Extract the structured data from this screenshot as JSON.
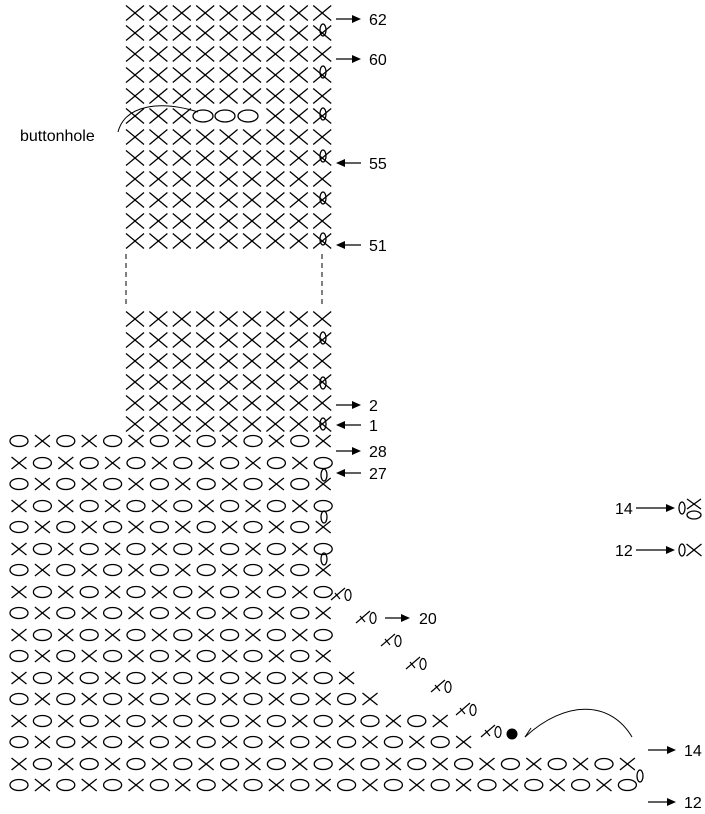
{
  "diagram": {
    "annotation": "buttonhole",
    "band_row_labels": [
      {
        "text": "62",
        "arrow": "right"
      },
      {
        "text": "60",
        "arrow": "right"
      },
      {
        "text": "55",
        "arrow": "left"
      },
      {
        "text": "51",
        "arrow": "left"
      },
      {
        "text": "2",
        "arrow": "right"
      },
      {
        "text": "1",
        "arrow": "left"
      }
    ],
    "body_row_labels": [
      {
        "text": "28",
        "arrow": "right"
      },
      {
        "text": "27",
        "arrow": "left"
      },
      {
        "text": "20",
        "arrow": "right"
      },
      {
        "text": "14",
        "arrow": "right"
      },
      {
        "text": "12",
        "arrow": "right"
      }
    ],
    "legend": [
      {
        "text": "14"
      },
      {
        "text": "12"
      }
    ],
    "colors": {
      "ink": "#000000",
      "background": "#ffffff"
    }
  }
}
